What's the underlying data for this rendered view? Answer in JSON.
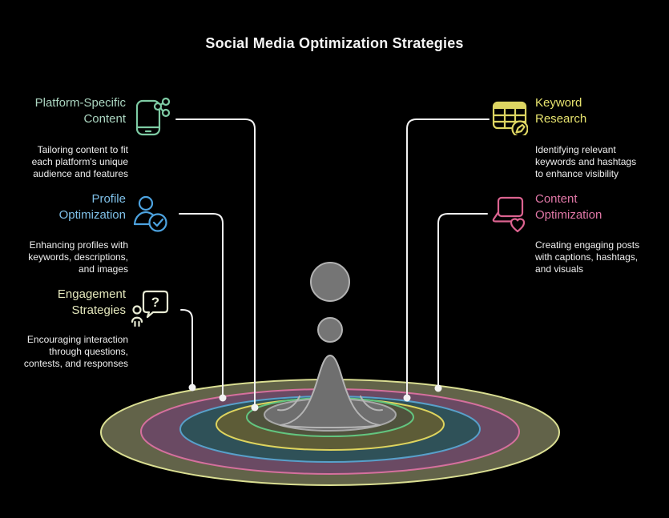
{
  "title": "Social Media Optimization Strategies",
  "items": [
    {
      "heading": "Platform-Specific Content",
      "heading_lines": [
        "Platform-Specific",
        "Content"
      ],
      "description": "Tailoring content to fit each platform's unique audience and features",
      "description_lines": [
        "Tailoring content to fit",
        "each platform's unique",
        "audience and features"
      ],
      "color": "#abd5c0",
      "icon_color": "#7ecba4",
      "icon": "phone-share-icon",
      "side": "left"
    },
    {
      "heading": "Profile Optimization",
      "heading_lines": [
        "Profile",
        "Optimization"
      ],
      "description": "Enhancing profiles with keywords, descriptions, and images",
      "description_lines": [
        "Enhancing profiles with",
        "keywords, descriptions,",
        "and images"
      ],
      "color": "#7fc0e8",
      "icon_color": "#4da3e0",
      "icon": "person-check-icon",
      "side": "left"
    },
    {
      "heading": "Engagement Strategies",
      "heading_lines": [
        "Engagement",
        "Strategies"
      ],
      "description": "Encouraging interaction through questions, contests, and responses",
      "description_lines": [
        "Encouraging interaction",
        "through questions,",
        "contests, and responses"
      ],
      "color": "#e4e7bc",
      "icon_color": "#e9ecd4",
      "icon": "person-question-icon",
      "side": "left"
    },
    {
      "heading": "Keyword Research",
      "heading_lines": [
        "Keyword",
        "Research"
      ],
      "description": "Identifying relevant keywords and hashtags to enhance visibility",
      "description_lines": [
        "Identifying relevant",
        "keywords and hashtags",
        "to enhance visibility"
      ],
      "color": "#e6e26e",
      "icon_color": "#ddd562",
      "icon": "table-edit-icon",
      "side": "right"
    },
    {
      "heading": "Content Optimization",
      "heading_lines": [
        "Content",
        "Optimization"
      ],
      "description": "Creating engaging posts with captions, hashtags, and visuals",
      "description_lines": [
        "Creating engaging posts",
        "with captions, hashtags,",
        "and visuals"
      ],
      "color": "#e077a6",
      "icon_color": "#dc6390",
      "icon": "laptop-heart-icon",
      "side": "right"
    }
  ],
  "ripple": {
    "rings": [
      {
        "fill": "#626349",
        "stroke": "#dade92"
      },
      {
        "fill": "#6a4a63",
        "stroke": "#d5709d"
      },
      {
        "fill": "#2f5158",
        "stroke": "#58a0ca"
      },
      {
        "fill": "#5d5c37",
        "stroke": "#ded45e"
      },
      {
        "fill": "#50523d",
        "stroke": "#63c57f"
      }
    ],
    "pool_fill": "#6e6e6e",
    "pool_stroke": "#a8a8a8",
    "splash_fill": "#6f6f6f",
    "splash_stroke": "#b5b5b5",
    "drop_fill": "#757575",
    "drop_stroke": "#b2b2b2"
  },
  "connectors": {
    "color": "#f2f2f2"
  },
  "colors": {
    "background": "#000000",
    "title_text": "#f5f5f5",
    "body_text": "#efefef"
  }
}
